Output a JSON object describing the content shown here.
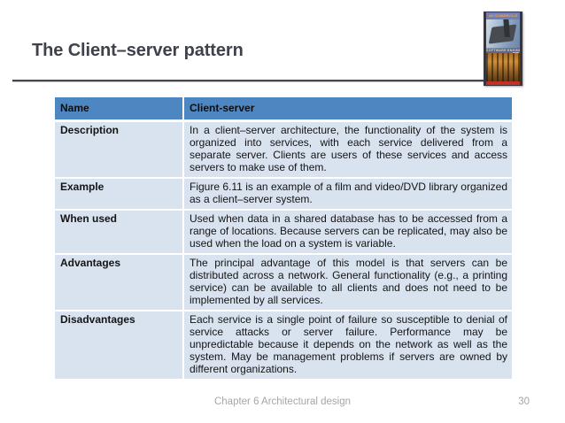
{
  "slide": {
    "title": "The Client–server pattern",
    "footer": {
      "text": "Chapter 6 Architectural design",
      "page_number": "30"
    }
  },
  "table": {
    "header": {
      "col1": "Name",
      "col2": "Client-server"
    },
    "rows": [
      {
        "label": "Description",
        "content": "In a client–server architecture, the functionality of the system is organized into services, with each service delivered from a separate server. Clients are users of these services and access servers to make use of them."
      },
      {
        "label": "Example",
        "content": "Figure 6.11 is an example of a film and video/DVD library organized as a client–server system."
      },
      {
        "label": "When used",
        "content": "Used when data in a shared database has to be accessed from a range of locations. Because servers can be replicated, may also be used when the load on a system is variable."
      },
      {
        "label": "Advantages",
        "content": "The principal advantage of this model is that servers can be distributed across a network. General functionality (e.g., a printing service) can be available to all clients and does not need to be implemented by all services."
      },
      {
        "label": "Disadvantages",
        "content": "Each service is a single point of failure so susceptible to denial of service attacks or server failure. Performance may be unpredictable because it depends on the network as well as the system. May be management problems if servers are owned by different organizations."
      }
    ]
  },
  "book_cover": {
    "author": "IAN SOMMERVILLE",
    "title": "SOFTWARE ENGINEERING",
    "edition": "9"
  },
  "colors": {
    "table_header_bg": "#4e86c2",
    "table_row_bg": "#d9e2ef",
    "title_text": "#3f414b",
    "footer_text": "#a6a6a6",
    "cover_red_strip": "#c23026"
  }
}
